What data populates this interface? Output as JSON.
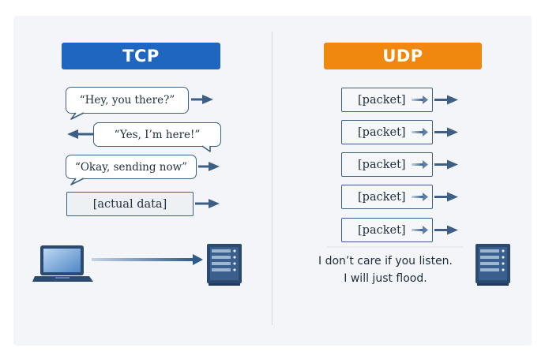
{
  "tcp": {
    "title": "TCP",
    "messages": [
      "“Hey, you there?”",
      "“Yes, I’m here!”",
      "“Okay, sending now”"
    ],
    "data_box": "[actual data]"
  },
  "udp": {
    "title": "UDP",
    "packets": [
      "[packet]",
      "[packet]",
      "[packet]",
      "[packet]",
      "[packet]"
    ],
    "caption_line1": "I don’t care if you listen.",
    "caption_line2": "I will just flood."
  },
  "colors": {
    "tcp_header": "#1f66c0",
    "udp_header": "#f0870f",
    "arrow": "#3d5f86"
  },
  "icons": [
    "laptop-icon",
    "server-icon"
  ]
}
